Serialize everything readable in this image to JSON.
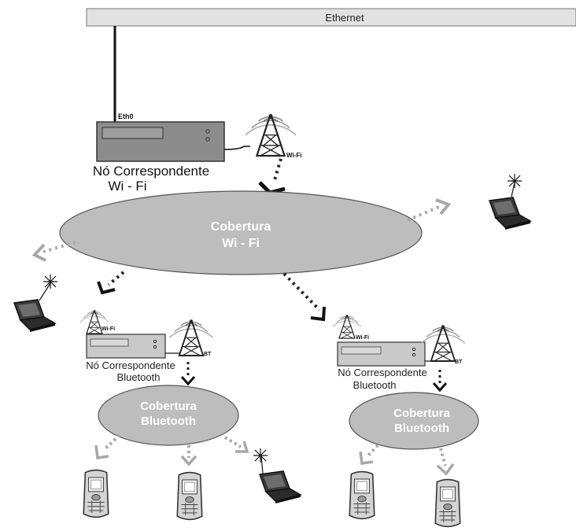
{
  "ethernet_label": "Ethernet",
  "eth0_label": "Eth0",
  "wifi_tag": "Wi-Fi",
  "bt_tag": "BT",
  "wifi_node": {
    "line1": "Nó Correspondente",
    "line2": "Wi - Fi"
  },
  "wifi_coverage": {
    "line1": "Cobertura",
    "line2": "Wi - Fi"
  },
  "bt_node_left": {
    "line1": "Nó Correspondente",
    "line2": "Bluetooth"
  },
  "bt_node_right": {
    "line1": "Nó Correspondente",
    "line2": "Bluetooth"
  },
  "bt_coverage_left": {
    "line1": "Cobertura",
    "line2": "Bluetooth"
  },
  "bt_coverage_right": {
    "line1": "Cobertura",
    "line2": "Bluetooth"
  },
  "colors": {
    "ethernet_bar": "#e2e2e2",
    "server_fill": "#8c8c8c",
    "ellipse_fill": "#bdbdbd",
    "arrow_dark": "#222222",
    "arrow_light": "#a8a8a8"
  },
  "icons": [
    "radio-tower-icon",
    "server-icon",
    "laptop-icon",
    "mobile-phone-icon",
    "arrow-icon"
  ]
}
